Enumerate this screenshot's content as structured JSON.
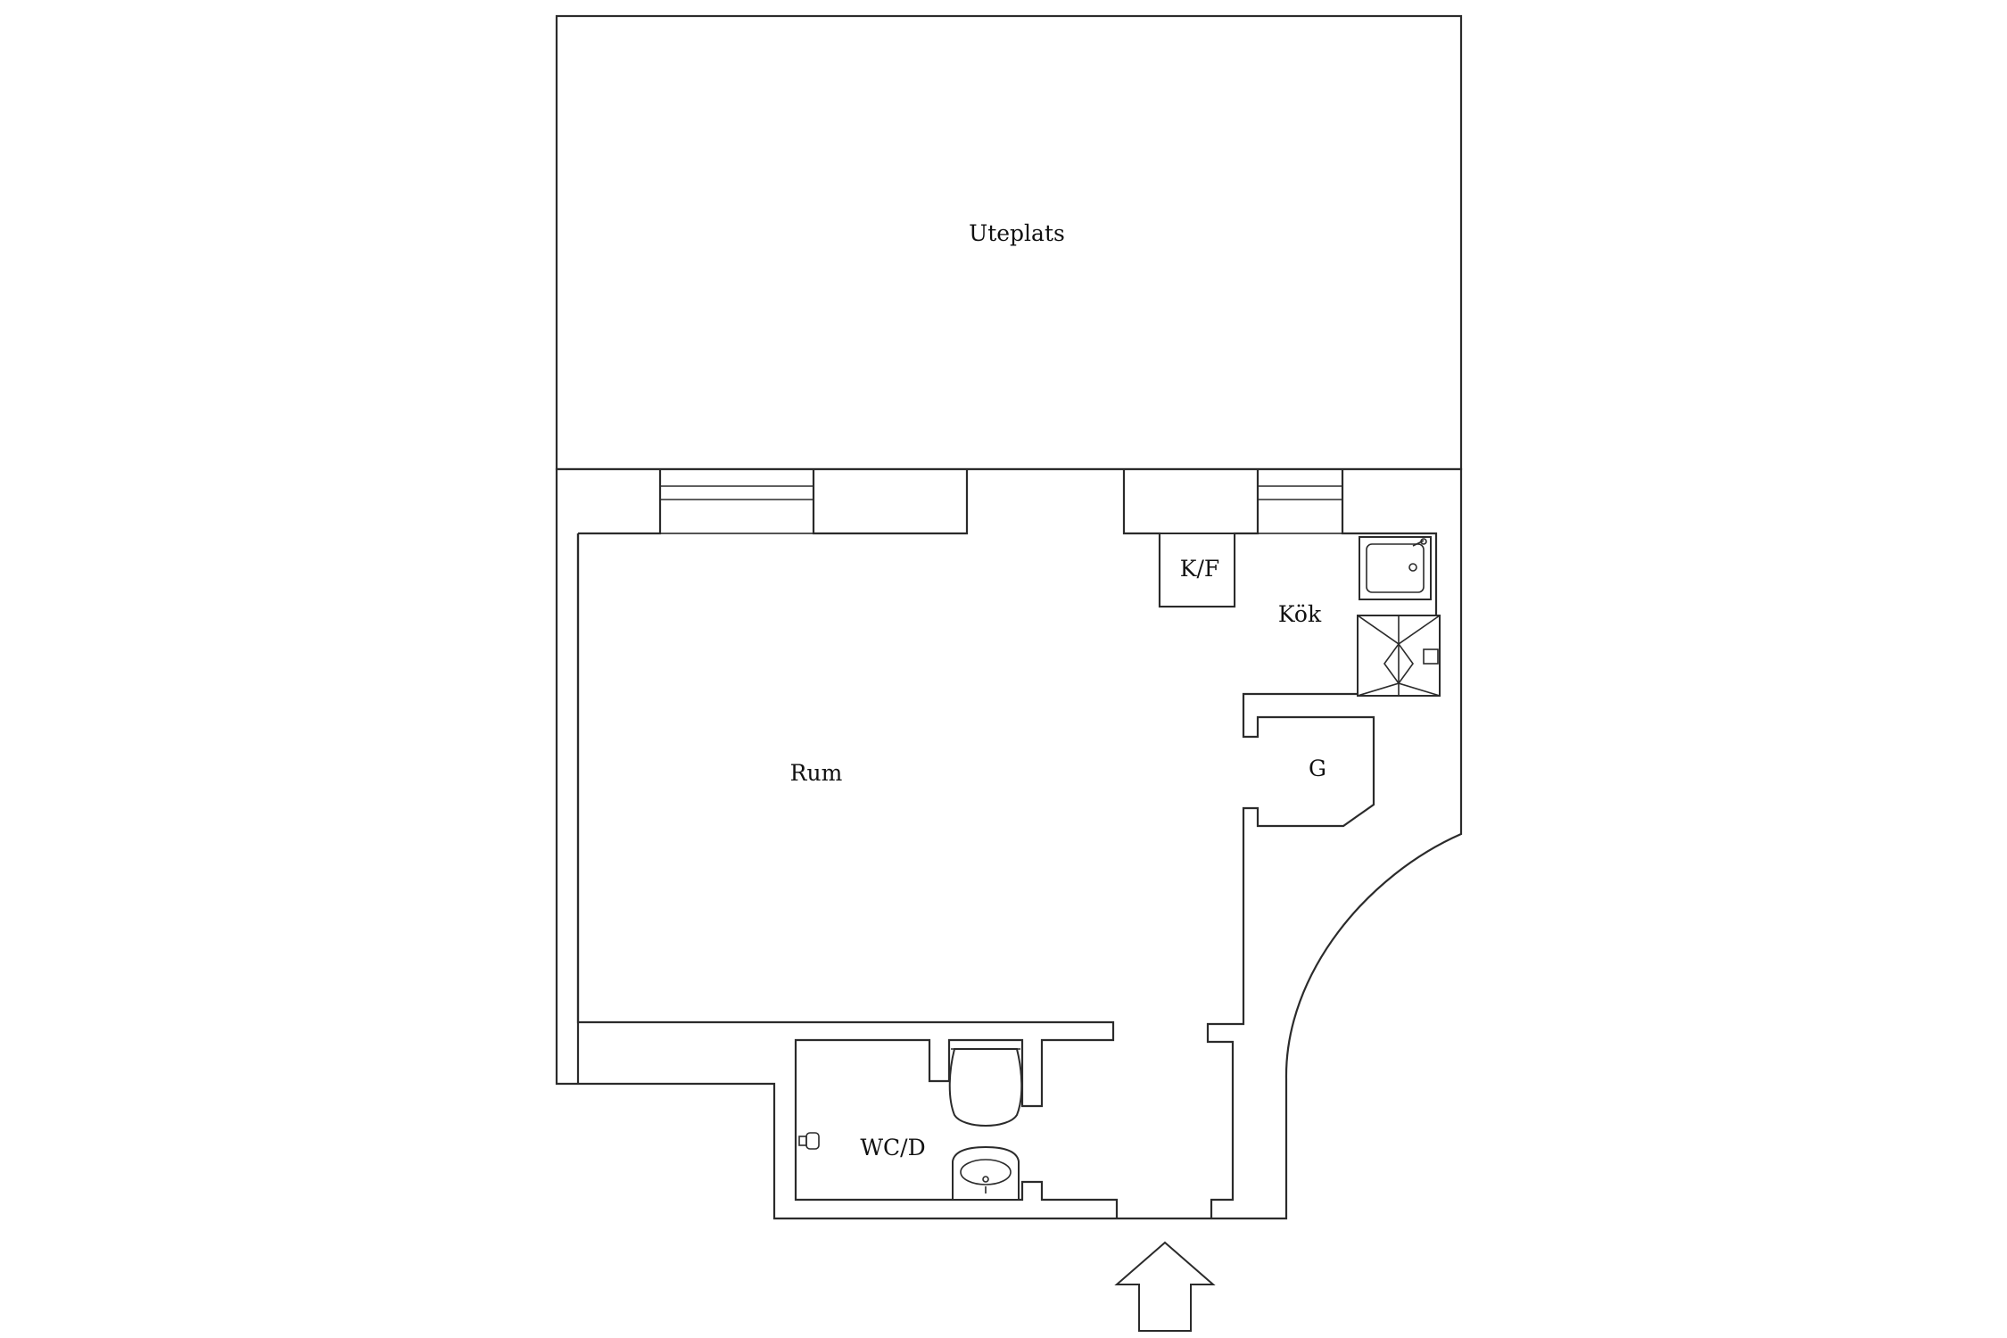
{
  "rooms": {
    "patio": "Uteplats",
    "living": "Rum",
    "kitchen": "Kök",
    "fridge_freezer": "K/F",
    "wardrobe": "G",
    "bathroom": "WC/D"
  },
  "icons": {
    "entrance": "entrance-arrow-icon",
    "sink": "kitchen-sink-icon",
    "stove": "stove-icon",
    "toilet": "toilet-icon",
    "washbasin": "washbasin-icon",
    "shower": "shower-head-icon"
  },
  "colors": {
    "stroke": "#2b2b2b",
    "background": "#ffffff"
  }
}
